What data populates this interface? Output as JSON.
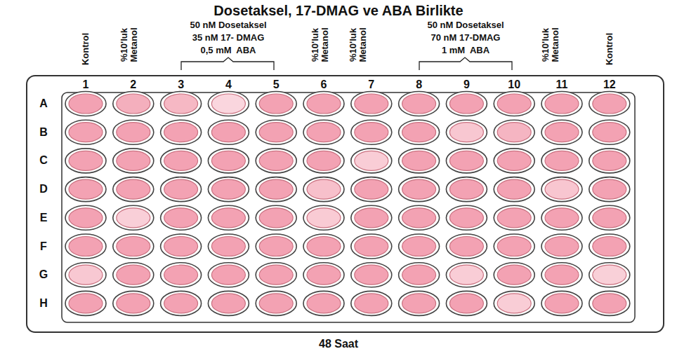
{
  "diagram": {
    "title": "Dosetaksel, 17-DMAG ve ABA  Birlikte",
    "caption": "48 Saat",
    "labels": [
      "Kontrol",
      "%10'luk Metanol",
      "50 nM Dosetaksel",
      "35 nM 17- DMAG",
      "0,5 mM  ABA",
      "%10'luk Metanol",
      "%10'luk Metanol",
      "50 nM Dosetaksel",
      "70 nM 17-DMAG",
      "1 mM  ABA",
      "%10'luk Metanol",
      "Kontrol",
      "1",
      "2",
      "3",
      "4",
      "5",
      "6",
      "7",
      "8",
      "9",
      "10",
      "11",
      "12",
      "A",
      "B",
      "C",
      "D",
      "E",
      "F",
      "G",
      "H"
    ]
  }
}
